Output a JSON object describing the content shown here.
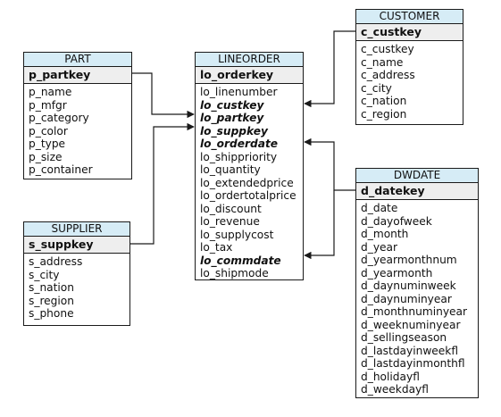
{
  "entities": {
    "part": {
      "title": "PART",
      "primary_key": "p_partkey",
      "attributes": [
        {
          "name": "p_name",
          "fk": false
        },
        {
          "name": "p_mfgr",
          "fk": false
        },
        {
          "name": "p_category",
          "fk": false
        },
        {
          "name": "p_color",
          "fk": false
        },
        {
          "name": "p_type",
          "fk": false
        },
        {
          "name": "p_size",
          "fk": false
        },
        {
          "name": "p_container",
          "fk": false
        }
      ]
    },
    "supplier": {
      "title": "SUPPLIER",
      "primary_key": "s_suppkey",
      "attributes": [
        {
          "name": "s_address",
          "fk": false
        },
        {
          "name": "s_city",
          "fk": false
        },
        {
          "name": "s_nation",
          "fk": false
        },
        {
          "name": "s_region",
          "fk": false
        },
        {
          "name": "s_phone",
          "fk": false
        }
      ]
    },
    "lineorder": {
      "title": "LINEORDER",
      "primary_key": "lo_orderkey",
      "attributes": [
        {
          "name": "lo_linenumber",
          "fk": false
        },
        {
          "name": "lo_custkey",
          "fk": true
        },
        {
          "name": "lo_partkey",
          "fk": true
        },
        {
          "name": "lo_suppkey",
          "fk": true
        },
        {
          "name": "lo_orderdate",
          "fk": true
        },
        {
          "name": "lo_shippriority",
          "fk": false
        },
        {
          "name": "lo_quantity",
          "fk": false
        },
        {
          "name": "lo_extendedprice",
          "fk": false
        },
        {
          "name": "lo_ordertotalprice",
          "fk": false
        },
        {
          "name": "lo_discount",
          "fk": false
        },
        {
          "name": "lo_revenue",
          "fk": false
        },
        {
          "name": "lo_supplycost",
          "fk": false
        },
        {
          "name": "lo_tax",
          "fk": false
        },
        {
          "name": "lo_commdate",
          "fk": true
        },
        {
          "name": "lo_shipmode",
          "fk": false
        }
      ]
    },
    "customer": {
      "title": "CUSTOMER",
      "primary_key": "c_custkey",
      "attributes": [
        {
          "name": "c_custkey",
          "fk": false
        },
        {
          "name": "c_name",
          "fk": false
        },
        {
          "name": "c_address",
          "fk": false
        },
        {
          "name": "c_city",
          "fk": false
        },
        {
          "name": "c_nation",
          "fk": false
        },
        {
          "name": "c_region",
          "fk": false
        }
      ]
    },
    "dwdate": {
      "title": "DWDATE",
      "primary_key": "d_datekey",
      "attributes": [
        {
          "name": "d_date",
          "fk": false
        },
        {
          "name": "d_dayofweek",
          "fk": false
        },
        {
          "name": "d_month",
          "fk": false
        },
        {
          "name": "d_year",
          "fk": false
        },
        {
          "name": "d_yearmonthnum",
          "fk": false
        },
        {
          "name": "d_yearmonth",
          "fk": false
        },
        {
          "name": "d_daynuminweek",
          "fk": false
        },
        {
          "name": "d_daynuminyear",
          "fk": false
        },
        {
          "name": "d_monthnuminyear",
          "fk": false
        },
        {
          "name": "d_weeknuminyear",
          "fk": false
        },
        {
          "name": "d_sellingseason",
          "fk": false
        },
        {
          "name": "d_lastdayinweekfl",
          "fk": false
        },
        {
          "name": "d_lastdayinmonthfl",
          "fk": false
        },
        {
          "name": "d_holidayfl",
          "fk": false
        },
        {
          "name": "d_weekdayfl",
          "fk": false
        }
      ]
    }
  },
  "relationships": [
    {
      "from": "part.p_partkey",
      "to": "lineorder.lo_partkey"
    },
    {
      "from": "supplier.s_suppkey",
      "to": "lineorder.lo_suppkey"
    },
    {
      "from": "customer.c_custkey",
      "to": "lineorder.lo_custkey"
    },
    {
      "from": "dwdate.d_datekey",
      "to": "lineorder.lo_orderdate"
    },
    {
      "from": "dwdate.d_datekey",
      "to": "lineorder.lo_commdate"
    }
  ],
  "colors": {
    "title_fill": "#d6ecf6",
    "key_fill": "#eeeeee",
    "line": "#1a1a1a"
  }
}
